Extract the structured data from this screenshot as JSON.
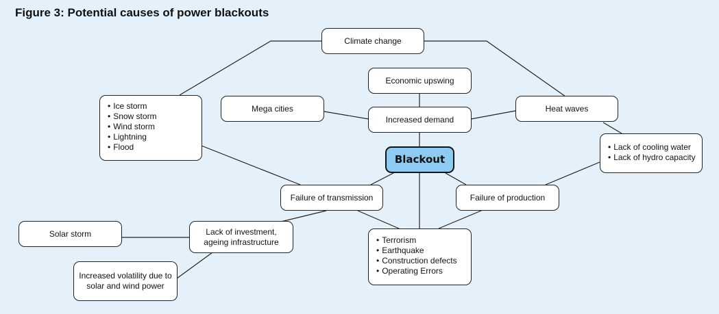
{
  "title": "Figure 3: Potential causes of power blackouts",
  "nodes": {
    "blackout": "Blackout",
    "climate_change": "Climate change",
    "economic_upswing": "Economic upswing",
    "mega_cities": "Mega cities",
    "increased_demand": "Increased demand",
    "heat_waves": "Heat waves",
    "weather_events": [
      "Ice storm",
      "Snow storm",
      "Wind storm",
      "Lightning",
      "Flood"
    ],
    "lack_of_cooling": [
      "Lack of cooling water",
      "Lack of hydro capacity"
    ],
    "failure_transmission": "Failure of transmission",
    "failure_production": "Failure of production",
    "solar_storm": "Solar storm",
    "lack_of_investment": "Lack of investment,\nageing infrastructure",
    "other_causes": [
      "Terrorism",
      "Earthquake",
      "Construction defects",
      "Operating Errors"
    ],
    "increased_volatility": "Increased volatility due to\nsolar and wind power"
  }
}
